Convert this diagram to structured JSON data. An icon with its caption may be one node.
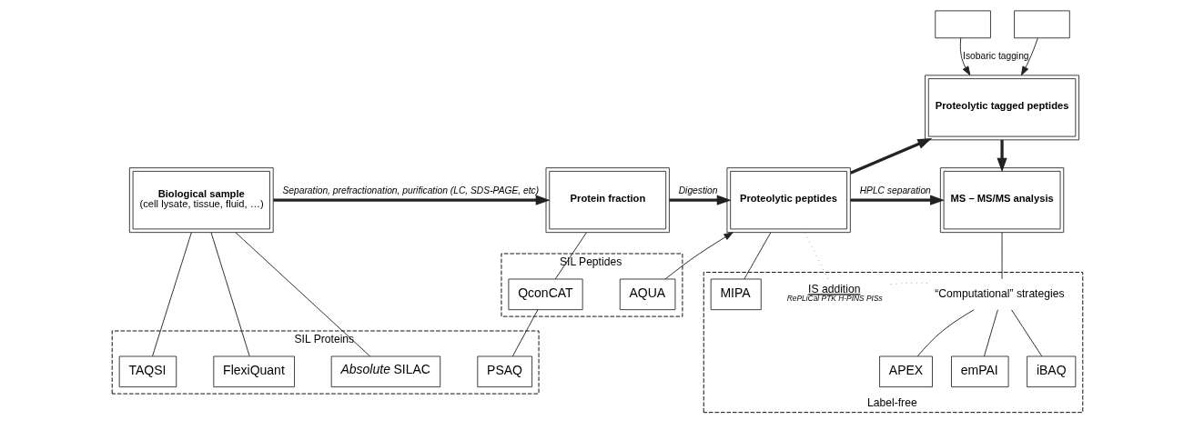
{
  "diagram": {
    "nodes": [
      {
        "text": [
          "Biological sample",
          "(cell lysate, tissue, fluid, …)"
        ]
      },
      {
        "text": [
          "Protein fraction"
        ]
      },
      {
        "text": [
          "Proteolytic peptides"
        ]
      },
      {
        "text": [
          "Proteolytic tagged peptides"
        ]
      },
      {
        "text": [
          "MS – MS/MS analysis"
        ]
      },
      {
        "text": [],
        "shape": "box"
      },
      {
        "text": [],
        "shape": "box"
      },
      {
        "text": [
          "SIL Proteins"
        ]
      },
      {
        "text": [
          "TAQSI"
        ],
        "in": 7
      },
      {
        "text": [
          "FlexiQuant"
        ],
        "in": 7
      },
      {
        "text": [
          "*Absolute* SILAC"
        ],
        "in": 7
      },
      {
        "text": [
          "PSAQ"
        ],
        "in": 7
      },
      {
        "text": [
          "SIL Peptides"
        ]
      },
      {
        "text": [
          "QconCAT"
        ],
        "in": 12
      },
      {
        "text": [
          "AQUA"
        ],
        "in": 12
      },
      {
        "text": [
          "Label-free"
        ]
      },
      {
        "text": [
          "MIPA"
        ],
        "in": 15
      },
      {
        "text": [
          "IS addition"
        ],
        "beside": [
          "RePLiCal PTK H-PINS PISs"
        ],
        "in": 15
      },
      {
        "text": [
          "“Computational” strategies"
        ],
        "in": 15
      },
      {
        "text": [
          "APEX"
        ],
        "in": 15
      },
      {
        "text": [
          "emPAI"
        ],
        "in": 15
      },
      {
        "text": [
          "iBAQ"
        ],
        "in": 15
      }
    ],
    "edges": [
      {
        "from": 0,
        "to": 1,
        "arrow": "to",
        "label": "Separation, prefractionation, purification (LC, SDS-PAGE, etc)",
        "style": "thick"
      },
      {
        "from": 1,
        "to": 2,
        "arrow": "to",
        "label": "Digestion",
        "style": "thick"
      },
      {
        "from": 14,
        "to": 2,
        "arrow": "to"
      },
      {
        "from": 2,
        "to": 3,
        "arrow": "to",
        "style": "thick"
      },
      {
        "from": 5,
        "to": 3,
        "arrow": "to",
        "label": "Isobaric tagging"
      },
      {
        "from": 6,
        "to": 3,
        "arrow": "to"
      },
      {
        "from": 2,
        "to": 4,
        "arrow": "to",
        "label": "HPLC separation",
        "style": "thick"
      },
      {
        "from": 3,
        "to": 4,
        "arrow": "to",
        "style": "thick"
      },
      {
        "from": 0,
        "to": 8,
        "arrow": "none"
      },
      {
        "from": 0,
        "to": 9,
        "arrow": "none"
      },
      {
        "from": 0,
        "to": 10,
        "arrow": "none"
      },
      {
        "from": 1,
        "to": 13,
        "arrow": "none"
      },
      {
        "from": 13,
        "to": 11,
        "arrow": "none"
      },
      {
        "from": 2,
        "to": 16,
        "arrow": "none"
      },
      {
        "from": 2,
        "to": 17,
        "arrow": "none",
        "style": "dashed",
        "color": "#999999"
      },
      {
        "from": 17,
        "to": 18,
        "arrow": "none",
        "style": "dashed",
        "color": "#999999"
      },
      {
        "from": 4,
        "to": 18,
        "arrow": "none"
      },
      {
        "from": 18,
        "to": 19,
        "arrow": "none"
      },
      {
        "from": 18,
        "to": 20,
        "arrow": "none"
      },
      {
        "from": 18,
        "to": 21,
        "arrow": "none"
      }
    ]
  }
}
